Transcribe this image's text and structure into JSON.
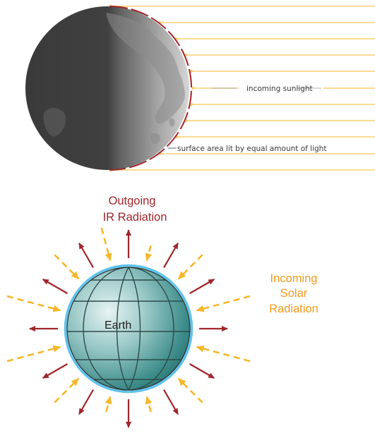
{
  "top_diagram": {
    "incoming_label": "incoming sunlight",
    "surface_label": "surface area lit by equal amount of light"
  },
  "bottom_diagram": {
    "outgoing_label_line1": "Outgoing",
    "outgoing_label_line2": "IR Radiation",
    "incoming_label_line1": "Incoming",
    "incoming_label_line2": "Solar",
    "incoming_label_line3": "Radiation",
    "earth_label": "Earth"
  },
  "colors": {
    "sun_ray": "#f7cf72",
    "lit_arc": "#a1252b",
    "ir_arrow": "#a1252b",
    "solar_arrow": "#f5b82b",
    "outgoing_text": "#a1252b",
    "incoming_text": "#f39a1f",
    "earth_rim": "#5fc3ec"
  }
}
